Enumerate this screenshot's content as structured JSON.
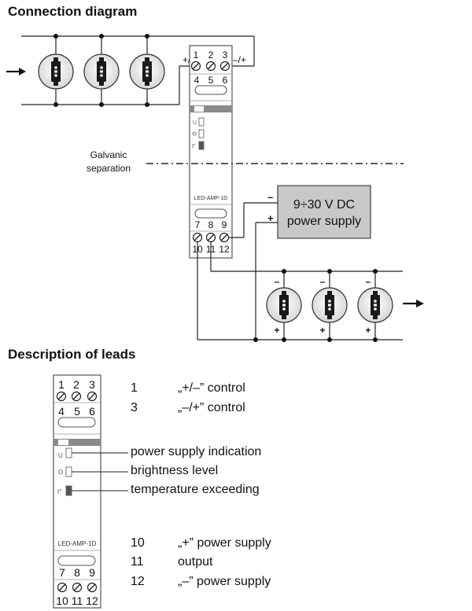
{
  "headings": {
    "connection": "Connection diagram",
    "leads": "Description of leads"
  },
  "module": {
    "model": "LED-AMP-1D",
    "top_terminals": [
      "1",
      "2",
      "3"
    ],
    "top_terminals_row2": [
      "4",
      "5",
      "6"
    ],
    "bottom_terminals_row1": [
      "7",
      "8",
      "9"
    ],
    "bottom_terminals": [
      "10",
      "11",
      "12"
    ],
    "indicator_u": "U",
    "indicator_t": "t°"
  },
  "diagram": {
    "input_pos_label": "+/–",
    "input_neg_label": "–/+",
    "galvanic_label_1": "Galvanic",
    "galvanic_label_2": "separation",
    "power_supply_line1": "9÷30 V DC",
    "power_supply_line2": "power supply",
    "minus": "–",
    "plus": "+",
    "input_led_count": 3,
    "output_led_count": 3
  },
  "leads": {
    "items": [
      {
        "num": "1",
        "desc": "„+/–” control"
      },
      {
        "num": "3",
        "desc": "„–/+” control"
      },
      {
        "num": "10",
        "desc": "„+” power supply"
      },
      {
        "num": "11",
        "desc": "output"
      },
      {
        "num": "12",
        "desc": "„–” power supply"
      }
    ],
    "indications": [
      "power supply indication",
      "brightness level",
      "temperature exceeding"
    ]
  },
  "colors": {
    "line": "#222222",
    "module_fill": "#ffffff",
    "ps_fill": "#c8c8c8",
    "led_fill": "#e6e6e6",
    "led_chip": "#1a1a1a",
    "band": "#8a8a8a"
  }
}
